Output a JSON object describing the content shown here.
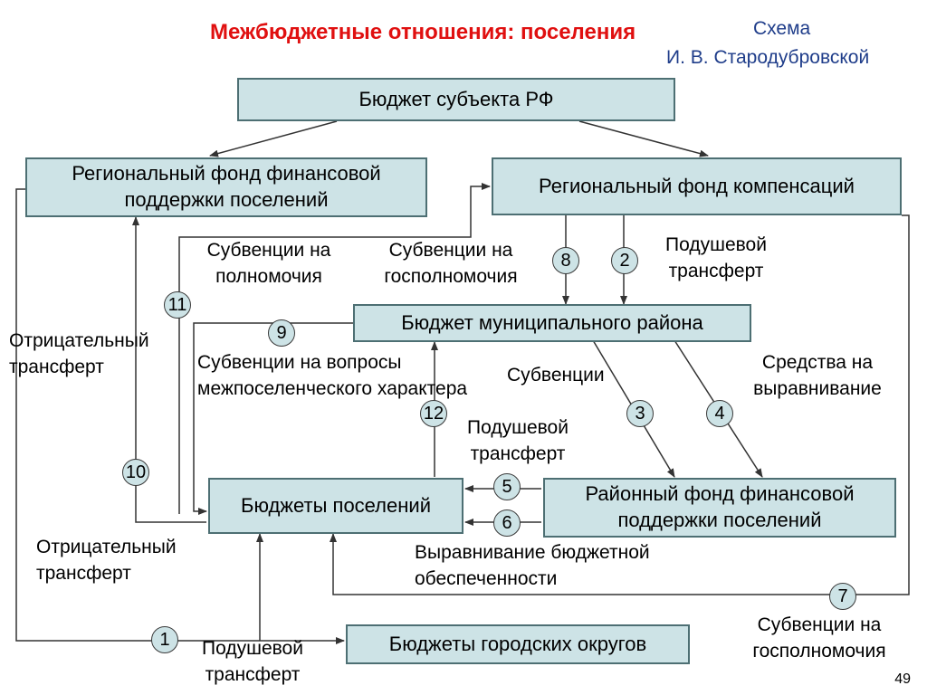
{
  "title": "Межбюджетные отношения: поселения",
  "author": {
    "line1": "Схема",
    "line2": "И. В. Стародубровской"
  },
  "boxes": {
    "subject_budget": "Бюджет субъекта РФ",
    "regional_support_fund": "Региональный фонд финансовой поддержки поселений",
    "regional_compensation_fund": "Региональный фонд компенсаций",
    "municipal_district_budget": "Бюджет муниципального района",
    "settlement_budgets": "Бюджеты поселений",
    "district_support_fund": "Районный фонд финансовой поддержки поселений",
    "city_district_budgets": "Бюджеты городских округов"
  },
  "labels": {
    "subv_powers": "Субвенции на полномочия",
    "subv_state_powers": "Субвенции на госполномочия",
    "per_capita_1": "Подушевой трансферт",
    "negative_transfer_1": "Отрицательный трансферт",
    "subv_intersettlement": "Субвенции на вопросы межпоселенческого характера",
    "subventions": "Субвенции",
    "equalization_funds": "Средства на выравнивание",
    "per_capita_2": "Подушевой трансферт",
    "negative_transfer_2": "Отрицательный трансферт",
    "budget_equalization": "Выравнивание бюджетной обеспеченности",
    "subv_state_powers_2": "Субвенции на госполномочия",
    "per_capita_3": "Подушевой трансферт"
  },
  "numbers": [
    "1",
    "2",
    "3",
    "4",
    "5",
    "6",
    "7",
    "8",
    "9",
    "10",
    "11",
    "12"
  ],
  "page_number": "49",
  "colors": {
    "box_fill": "#cde3e6",
    "box_border": "#4d6f73",
    "title": "#e01010",
    "author": "#1f3d8a"
  }
}
